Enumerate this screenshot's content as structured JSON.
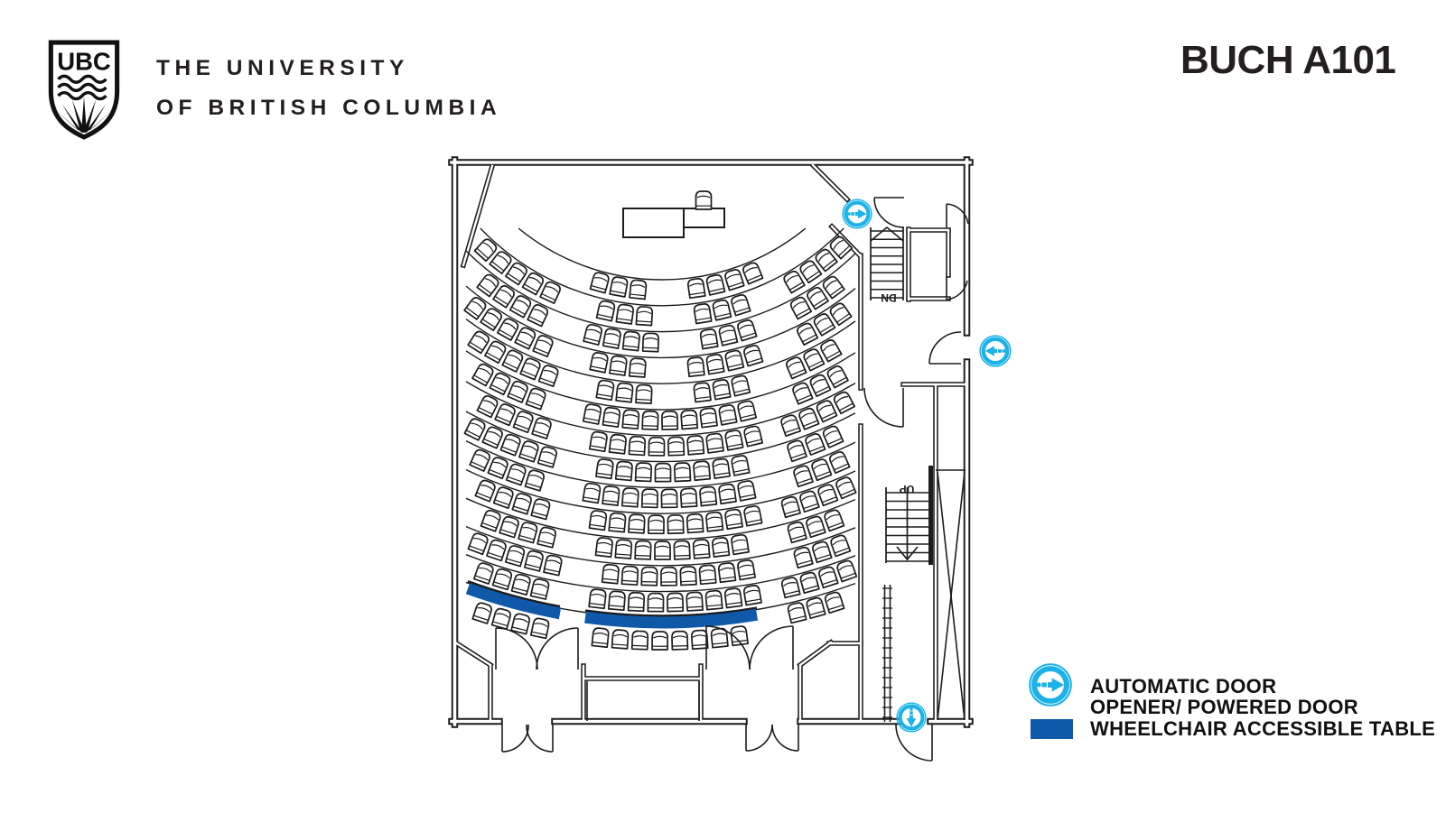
{
  "header": {
    "logo_monogram": "UBC",
    "university_line1": "THE UNIVERSITY",
    "university_line2": "OF BRITISH COLUMBIA",
    "room_title": "BUCH A101"
  },
  "plan": {
    "labels": {
      "stair_down": "DN",
      "stair_up": "UP"
    },
    "colors": {
      "line": "#1c1c1c",
      "automatic_door": "#1AB2E8",
      "wheelchair_table": "#1059A8"
    },
    "seating": {
      "row_count": 14,
      "sections": [
        "left",
        "center",
        "right"
      ],
      "wheelchair_table_count": 2,
      "automatic_door_icon_count": 3
    }
  },
  "legend": {
    "automatic_door": {
      "line1": "AUTOMATIC DOOR",
      "line2": "OPENER/ POWERED DOOR"
    },
    "wheelchair_table": {
      "label": "WHEELCHAIR ACCESSIBLE TABLE"
    }
  }
}
